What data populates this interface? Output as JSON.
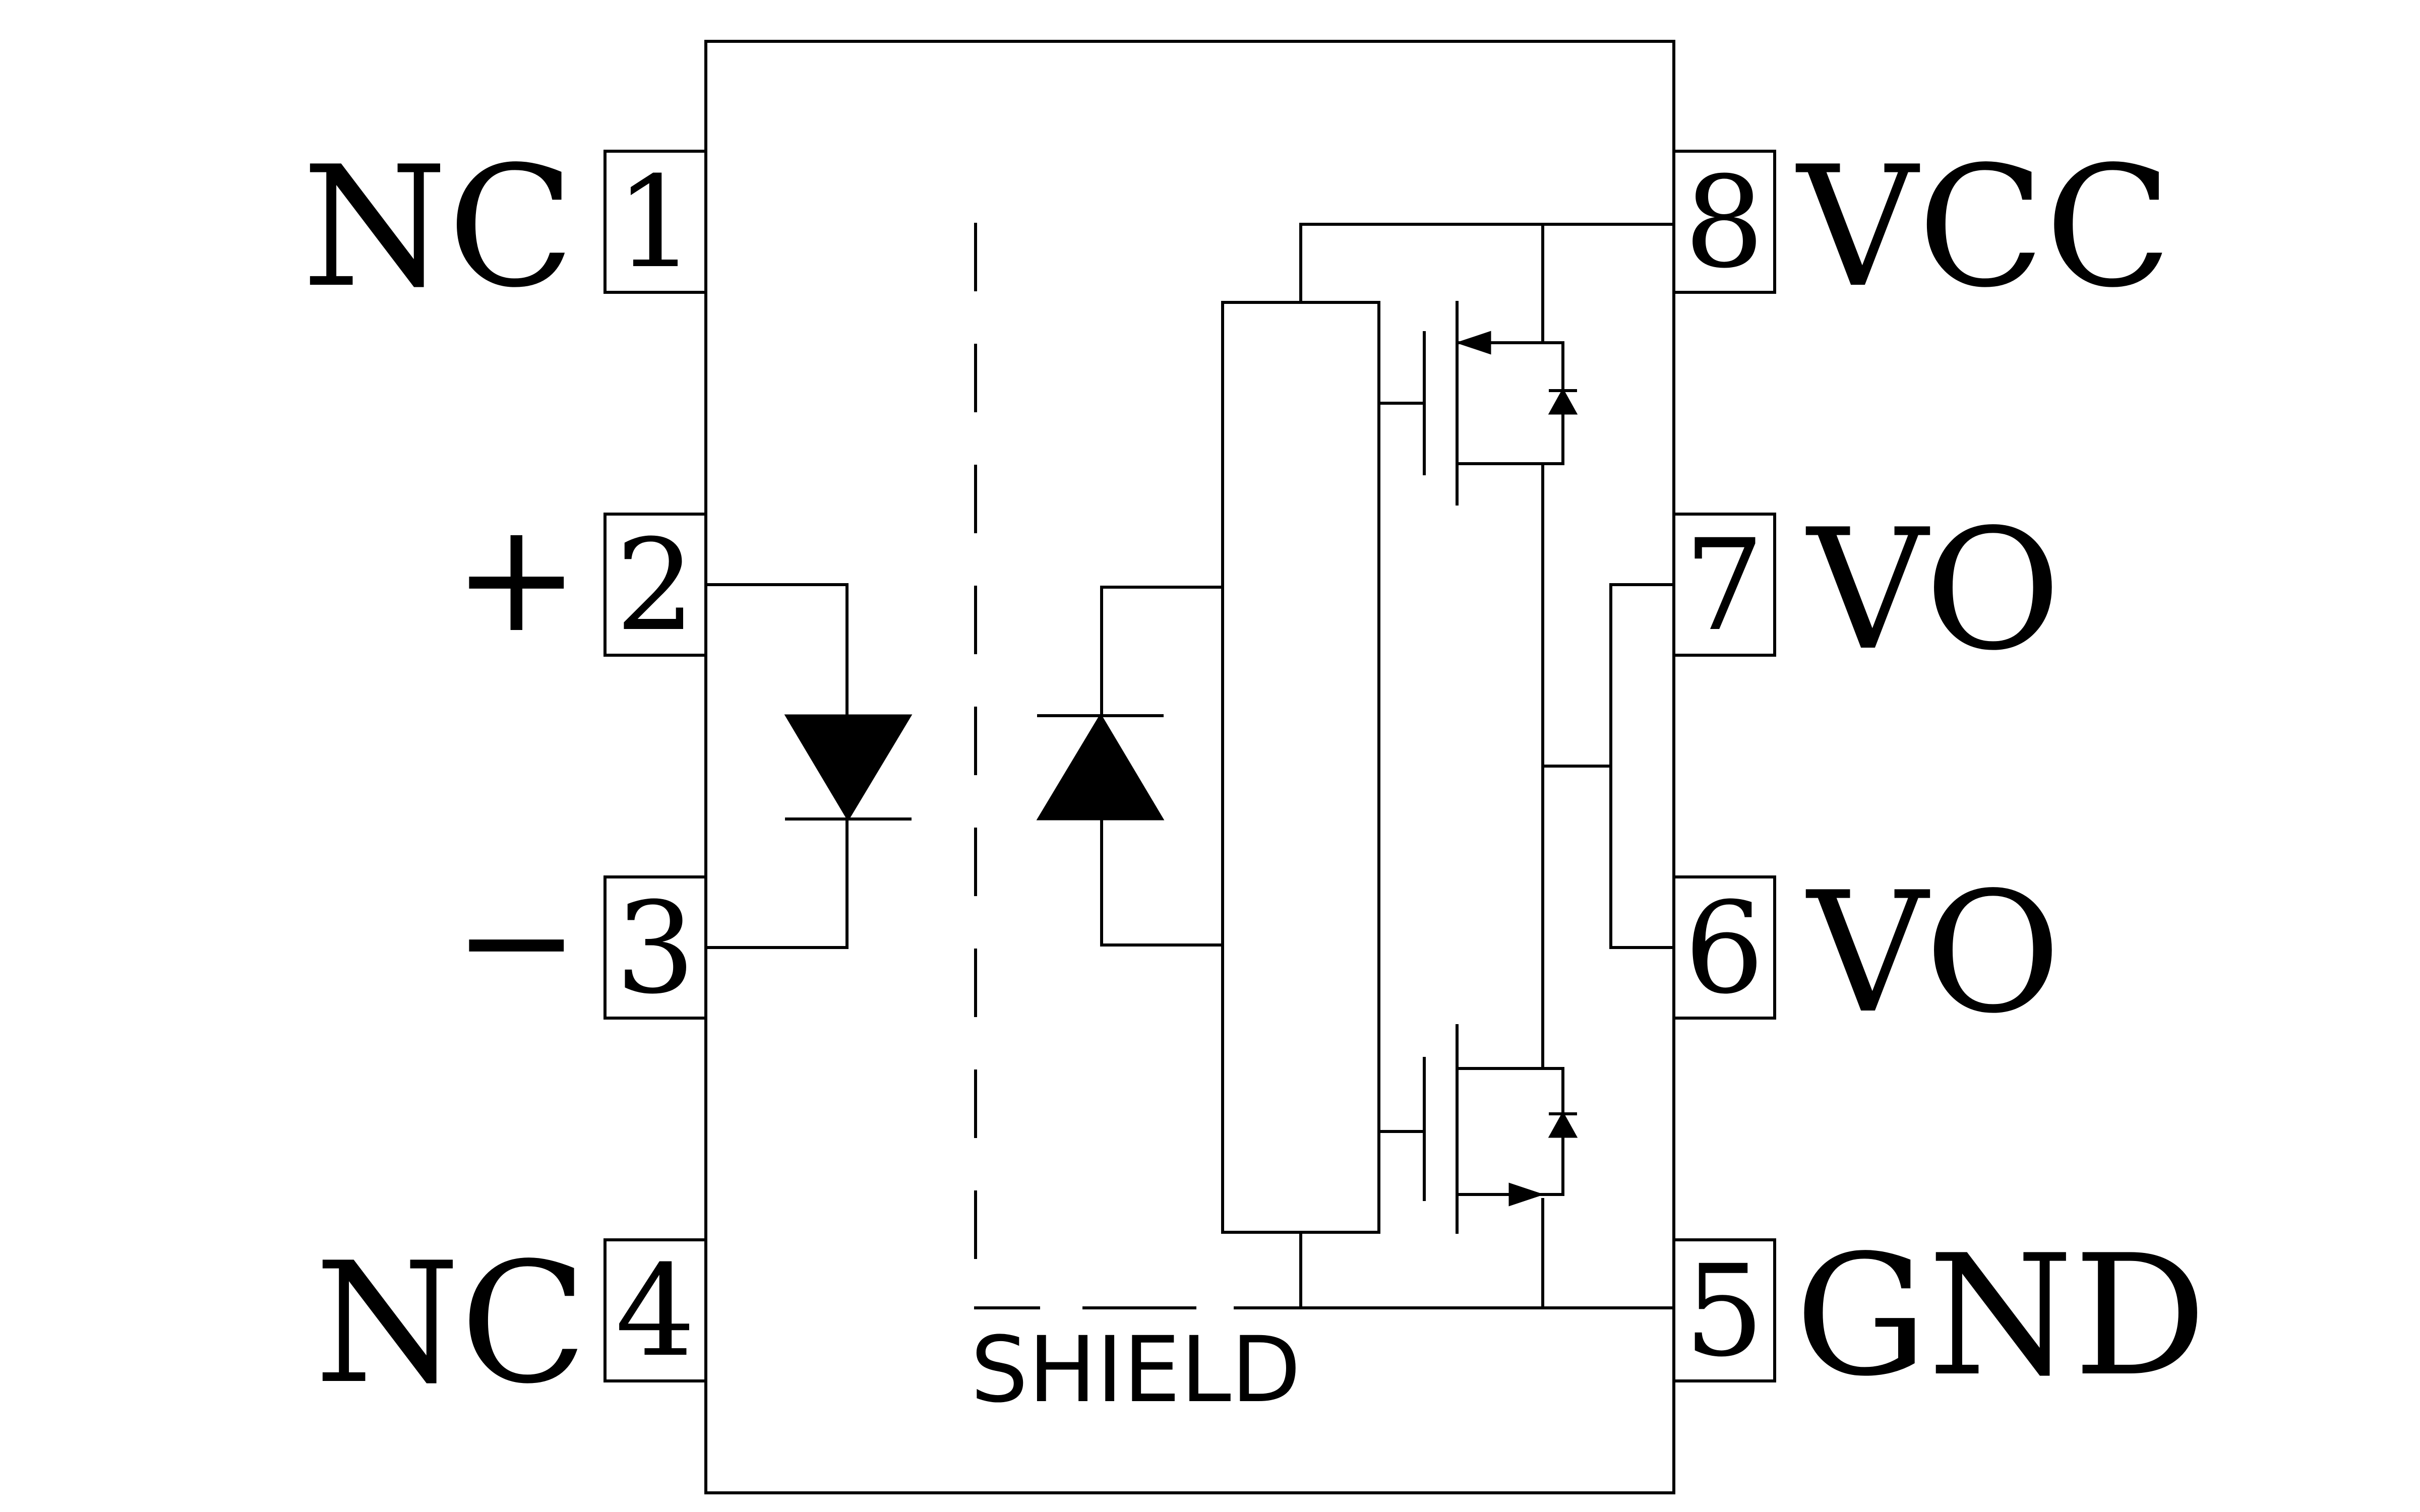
{
  "pins": [
    {
      "number": "1",
      "label": "NC"
    },
    {
      "number": "2",
      "label": "+"
    },
    {
      "number": "3",
      "label": "−"
    },
    {
      "number": "4",
      "label": "NC"
    },
    {
      "number": "5",
      "label": "GND"
    },
    {
      "number": "6",
      "label": "VO"
    },
    {
      "number": "7",
      "label": "VO"
    },
    {
      "number": "8",
      "label": "VCC"
    }
  ],
  "shield_label": "SHIELD"
}
